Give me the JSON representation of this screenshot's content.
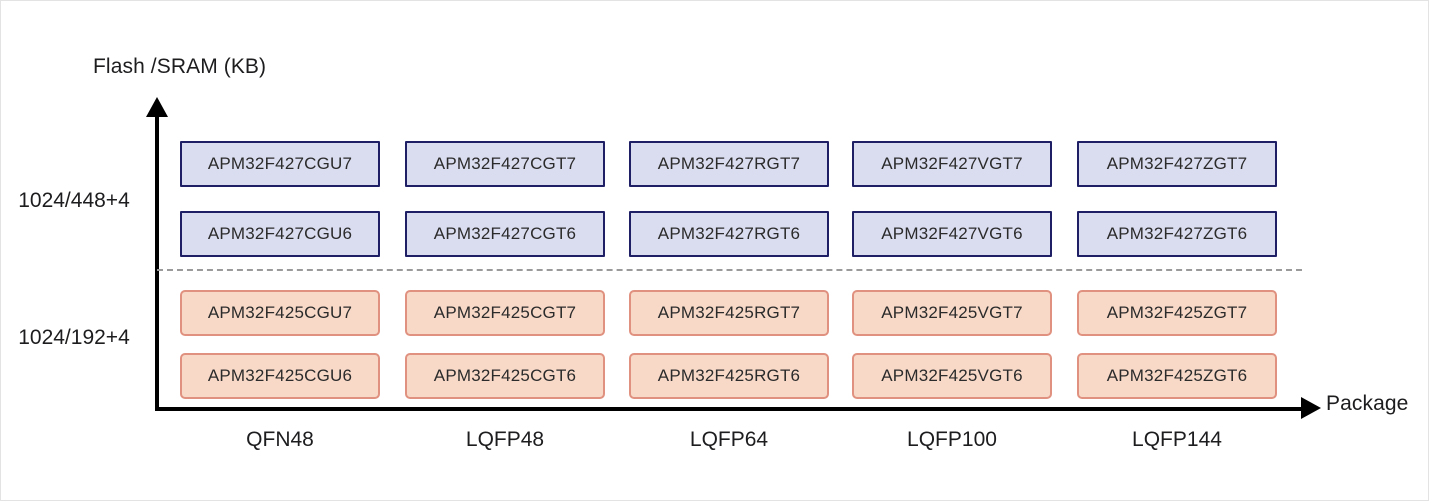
{
  "chart_data": {
    "type": "table",
    "title": "",
    "xlabel": "Package",
    "ylabel": "Flash /SRAM (KB)",
    "grid": false,
    "legend": "none",
    "categories": [
      "QFN48",
      "LQFP48",
      "LQFP64",
      "LQFP100",
      "LQFP144"
    ],
    "ytick_labels": [
      "1024/448+4",
      "1024/192+4"
    ],
    "groups": [
      {
        "name": "APM32F427",
        "memory": "1024/448+4",
        "fill_color": "#dadcf0",
        "border_color": "#1f1f66",
        "rows": [
          {
            "suffix": "7",
            "cells": [
              "APM32F427CGU7",
              "APM32F427CGT7",
              "APM32F427RGT7",
              "APM32F427VGT7",
              "APM32F427ZGT7"
            ]
          },
          {
            "suffix": "6",
            "cells": [
              "APM32F427CGU6",
              "APM32F427CGT6",
              "APM32F427RGT6",
              "APM32F427VGT6",
              "APM32F427ZGT6"
            ]
          }
        ]
      },
      {
        "name": "APM32F425",
        "memory": "1024/192+4",
        "fill_color": "#f8d9c8",
        "border_color": "#e0917f",
        "rows": [
          {
            "suffix": "7",
            "cells": [
              "APM32F425CGU7",
              "APM32F425CGT7",
              "APM32F425RGT7",
              "APM32F425VGT7",
              "APM32F425ZGT7"
            ]
          },
          {
            "suffix": "6",
            "cells": [
              "APM32F425CGU6",
              "APM32F425CGT6",
              "APM32F425RGT6",
              "APM32F425VGT6",
              "APM32F425ZGT6"
            ]
          }
        ]
      }
    ]
  },
  "axes": {
    "y_title": "Flash /SRAM (KB)",
    "x_title": "Package",
    "y_ticks": [
      "1024/448+4",
      "1024/192+4"
    ],
    "x_ticks": [
      "QFN48",
      "LQFP48",
      "LQFP64",
      "LQFP100",
      "LQFP144"
    ]
  },
  "rows": {
    "r0": [
      "APM32F427CGU7",
      "APM32F427CGT7",
      "APM32F427RGT7",
      "APM32F427VGT7",
      "APM32F427ZGT7"
    ],
    "r1": [
      "APM32F427CGU6",
      "APM32F427CGT6",
      "APM32F427RGT6",
      "APM32F427VGT6",
      "APM32F427ZGT6"
    ],
    "r2": [
      "APM32F425CGU7",
      "APM32F425CGT7",
      "APM32F425RGT7",
      "APM32F425VGT7",
      "APM32F425ZGT7"
    ],
    "r3": [
      "APM32F425CGU6",
      "APM32F425CGT6",
      "APM32F425RGT6",
      "APM32F425VGT6",
      "APM32F425ZGT6"
    ]
  },
  "colors": {
    "blue_fill": "#dadcf0",
    "blue_border": "#1f1f66",
    "orange_fill": "#f8d9c8",
    "orange_border": "#e0917f",
    "axis": "#000000",
    "divider": "#9a9a9a",
    "text": "#1d1d1f"
  }
}
